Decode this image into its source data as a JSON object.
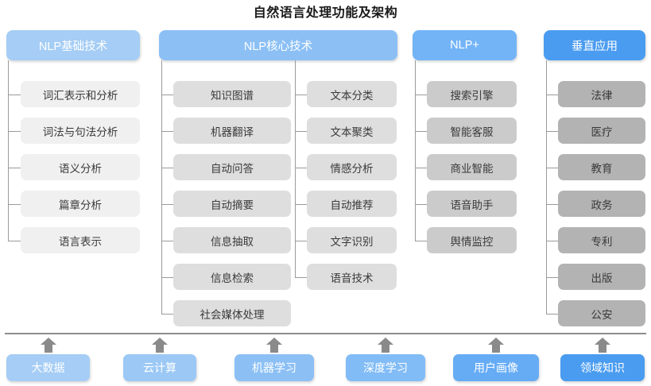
{
  "title": "自然语言处理功能及架构",
  "colors": {
    "header_light_blue": "#a5cdf5",
    "header_blue": "#8cc0f5",
    "header_mid_blue": "#73b4f7",
    "header_dark_blue": "#4a9cf0",
    "leaf_grey_1": "#f0f0f0",
    "leaf_grey_2": "#dedede",
    "leaf_grey_3": "#cbcbcb",
    "leaf_grey_4": "#b3b3b3",
    "connector": "#9a9a9a",
    "separator": "#8d8d8d",
    "arrow": "#8a8a8a",
    "title_text": "#1a1a1a",
    "leaf_text": "#3a3a3a",
    "header_text": "#ffffff"
  },
  "columns": [
    {
      "id": "nlp-base",
      "header": "NLP基础技术",
      "header_color": "#a5cdf5",
      "leaf_color": "#f0f0f0",
      "groups": [
        {
          "items": [
            "词汇表示和分析",
            "词法与句法分析",
            "语义分析",
            "篇章分析",
            "语言表示"
          ]
        }
      ]
    },
    {
      "id": "nlp-core",
      "header": "NLP核心技术",
      "header_color": "#8cc0f5",
      "leaf_color": "#dedede",
      "groups": [
        {
          "items": [
            "知识图谱",
            "机器翻译",
            "自动问答",
            "自动摘要",
            "信息抽取",
            "信息检索",
            "社会媒体处理"
          ]
        },
        {
          "items": [
            "文本分类",
            "文本聚类",
            "情感分析",
            "自动推荐",
            "文字识别",
            "语音技术"
          ]
        }
      ]
    },
    {
      "id": "nlp-plus",
      "header": "NLP+",
      "header_color": "#73b4f7",
      "leaf_color": "#cbcbcb",
      "groups": [
        {
          "items": [
            "搜索引擎",
            "智能客服",
            "商业智能",
            "语音助手",
            "舆情监控"
          ]
        }
      ]
    },
    {
      "id": "vertical-apps",
      "header": "垂直应用",
      "header_color": "#4a9cf0",
      "leaf_color": "#b3b3b3",
      "groups": [
        {
          "items": [
            "法律",
            "医疗",
            "教育",
            "政务",
            "专利",
            "出版",
            "公安"
          ]
        }
      ]
    }
  ],
  "foundation": {
    "items": [
      {
        "label": "大数据",
        "color": "#a5cdf5"
      },
      {
        "label": "云计算",
        "color": "#9bc8f5"
      },
      {
        "label": "机器学习",
        "color": "#8cc0f5"
      },
      {
        "label": "深度学习",
        "color": "#82bcf6"
      },
      {
        "label": "用户画像",
        "color": "#66acf5"
      },
      {
        "label": "领域知识",
        "color": "#4a9cf0"
      }
    ],
    "arrow_icon": "arrow-up-icon"
  }
}
